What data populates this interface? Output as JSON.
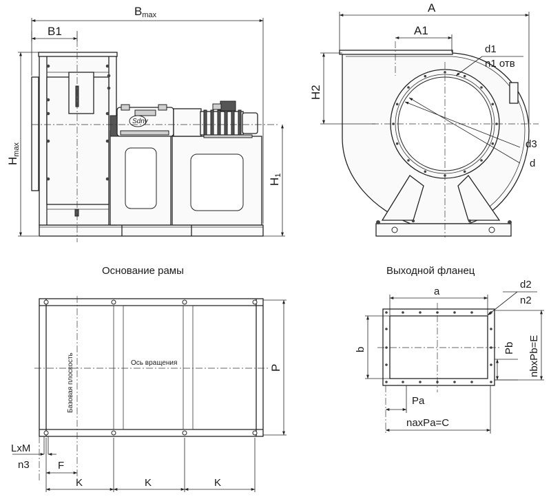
{
  "side_view": {
    "b_max": {
      "main": "B",
      "sub": "max"
    },
    "b1": "B1",
    "h_max": {
      "main": "H",
      "sub": "max"
    },
    "h1": {
      "main": "H",
      "sub": "1"
    }
  },
  "front_view": {
    "a": "A",
    "a1": "A1",
    "h2": "H2",
    "d1": "d1",
    "n1": "n1 отв",
    "d3": "d3",
    "d": "d"
  },
  "frame_view": {
    "caption": "Основание рамы",
    "base_plane": "Базовая плоскость",
    "rotation_axis": "Ось вращения",
    "p": "P",
    "lxm": "LxM",
    "n3": "n3",
    "f": "F",
    "k": [
      "K",
      "K",
      "K"
    ]
  },
  "flange_view": {
    "caption": "Выходной фланец",
    "a": "a",
    "d2": "d2",
    "n2": "n2",
    "b": "b",
    "pb": "Pb",
    "nbxpb": "nbxPb=E",
    "pa": "Pa",
    "naxpa": "naxPa=C"
  }
}
